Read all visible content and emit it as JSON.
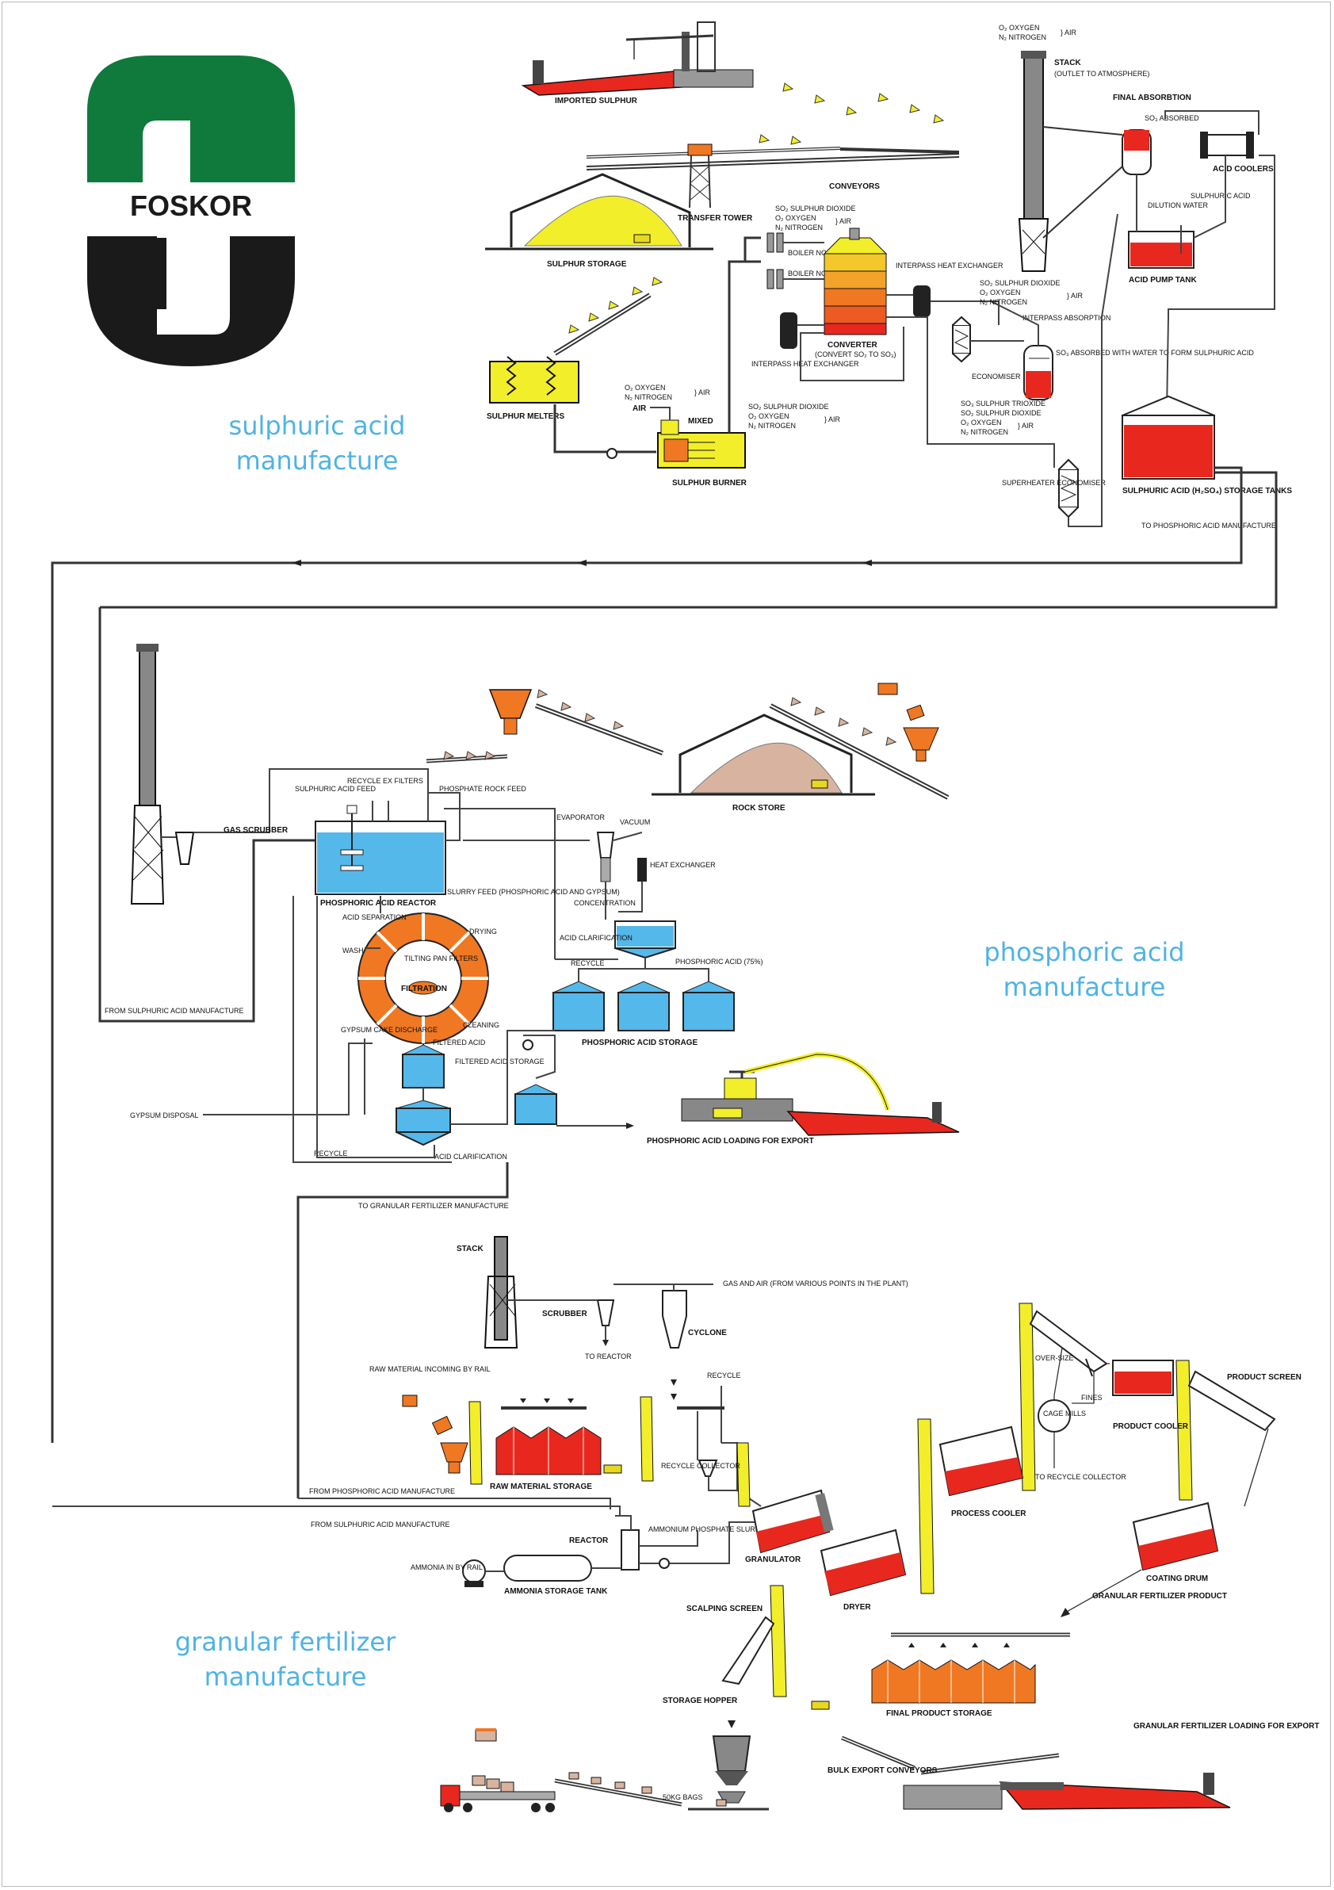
{
  "logo": {
    "text": "FOSKOR",
    "green": "#0f7a3c",
    "black": "#1a1a1a"
  },
  "sections": {
    "sulphuric": [
      "sulphuric acid",
      "manufacture"
    ],
    "phosphoric": [
      "phosphoric acid",
      "manufacture"
    ],
    "granular": [
      "granular fertilizer",
      "manufacture"
    ]
  },
  "colors": {
    "section_text": "#4fb3e6",
    "acid_red": "#e8281e",
    "sulphur_yellow": "#f2ee2a",
    "phos_blue": "#55b8ea",
    "orange": "#f07822",
    "rock": "#d8b4a0"
  },
  "sulphuric": {
    "imported_sulphur": "IMPORTED SULPHUR",
    "conveyors": "CONVEYORS",
    "transfer_tower": "TRANSFER TOWER",
    "sulphur_storage": "SULPHUR STORAGE",
    "sulphur_melters": "SULPHUR MELTERS",
    "sulphur_burner": "SULPHUR BURNER",
    "air": "AIR",
    "mixed": "MIXED",
    "o2_oxygen": "O₂   OXYGEN",
    "n2_nitrogen": "N₂   NITROGEN",
    "air_brace": "} AIR",
    "so2_dioxide": "SO₂   SULPHUR DIOXIDE",
    "so2_dioxide_b": "SO₂   SULPHUR DIOXIDE",
    "so3_trioxide": "SO₃   SULPHUR TRIOXIDE",
    "boiler1": "BOILER NO 1",
    "boiler2": "BOILER NO 2",
    "converter": "CONVERTER",
    "converter_sub": "(CONVERT SO₂ TO SO₃)",
    "interpass_he_top": "INTERPASS HEAT EXCHANGER",
    "interpass_he_bot": "INTERPASS HEAT EXCHANGER",
    "interpass_abs": "INTERPASS ABSORPTION",
    "so3_absorbed": "SO₃ ABSORBED WITH WATER TO FORM SULPHURIC ACID",
    "economiser": "ECONOMISER",
    "superheater": "SUPERHEATER ECONOMISER",
    "stack": "STACK",
    "stack_sub": "(OUTLET TO ATMOSPHERE)",
    "final_absorption": "FINAL ABSORBTION",
    "so3_abs_short": "SO₃ ABSORBED",
    "dilution": "DILUTION WATER",
    "acid_pump_tank": "ACID PUMP TANK",
    "acid_coolers": "ACID COOLERS",
    "sulphuric_acid": "SULPHURIC ACID",
    "storage_tanks": "SULPHURIC ACID (H₂SO₄) STORAGE TANKS",
    "to_phosphoric": "TO PHOSPHORIC ACID MANUFACTURE"
  },
  "phosphoric": {
    "gas_scrubber": "GAS SCRUBBER",
    "sulphuric_feed": "SULPHURIC ACID FEED",
    "recycle_ex": "RECYCLE EX FILTERS",
    "phosphate_rock_feed": "PHOSPHATE ROCK FEED",
    "rock_store": "ROCK STORE",
    "reactor": "PHOSPHORIC ACID REACTOR",
    "slurry_feed": "SLURRY FEED (PHOSPHORIC ACID AND GYPSUM)",
    "evaporator": "EVAPORATOR",
    "vacuum": "VACUUM",
    "heat_exchanger": "HEAT EXCHANGER",
    "concentration": "CONCENTRATION",
    "acid_clarif_top": "ACID CLARIFICATION",
    "recycle_a": "RECYCLE",
    "phos_acid_75": "PHOSPHORIC ACID (75%)",
    "acid_separation": "ACID SEPARATION",
    "drying": "DRYING",
    "wash": "WASH",
    "tilting": "TILTING PAN FILTERS",
    "filtration": "FILTRATION",
    "cleaning": "CLEANING",
    "gypsum_cake": "GYPSUM CAKE DISCHARGE",
    "filtered_acid": "FILTERED ACID",
    "filtered_storage": "FILTERED ACID STORAGE",
    "phos_storage": "PHOSPHORIC ACID STORAGE",
    "from_sulphuric": "FROM SULPHURIC ACID MANUFACTURE",
    "gypsum_disposal": "GYPSUM DISPOSAL",
    "recycle_b": "RECYCLE",
    "acid_clarif_bot": "ACID CLARIFICATION",
    "loading_export": "PHOSPHORIC ACID LOADING FOR EXPORT",
    "to_granular": "TO GRANULAR FERTILIZER MANUFACTURE"
  },
  "granular": {
    "stack": "STACK",
    "scrubber": "SCRUBBER",
    "cyclone": "CYCLONE",
    "gas_air": "GAS AND AIR (FROM VARIOUS POINTS IN THE PLANT)",
    "to_reactor": "TO REACTOR",
    "recycle": "RECYCLE",
    "raw_rail": "RAW MATERIAL INCOMING BY RAIL",
    "raw_storage": "RAW MATERIAL STORAGE",
    "recycle_collector": "RECYCLE COLLECTOR",
    "from_phosphoric": "FROM PHOSPHORIC ACID MANUFACTURE",
    "from_sulphuric": "FROM SULPHURIC ACID MANUFACTURE",
    "reactor": "REACTOR",
    "ammonium_slurry": "AMMONIUM PHOSPHATE SLURRY",
    "ammonia_rail": "AMMONIA IN BY RAIL",
    "ammonia_tank": "AMMONIA STORAGE TANK",
    "granulator": "GRANULATOR",
    "dryer": "DRYER",
    "process_cooler": "PROCESS COOLER",
    "oversize": "OVER-SIZE",
    "fines": "FINES",
    "cage_mills": "CAGE MILLS",
    "to_recycle_collector": "TO RECYCLE COLLECTOR",
    "product_cooler": "PRODUCT COOLER",
    "product_screen": "PRODUCT SCREEN",
    "coating_drum": "COATING DRUM",
    "granular_product": "GRANULAR FERTILIZER PRODUCT",
    "scalping_screen": "SCALPING SCREEN",
    "storage_hopper": "STORAGE HOPPER",
    "final_storage": "FINAL PRODUCT STORAGE",
    "bags": "50KG BAGS",
    "bulk_conveyors": "BULK EXPORT CONVEYORS",
    "loading_export": "GRANULAR FERTILIZER LOADING FOR EXPORT"
  }
}
